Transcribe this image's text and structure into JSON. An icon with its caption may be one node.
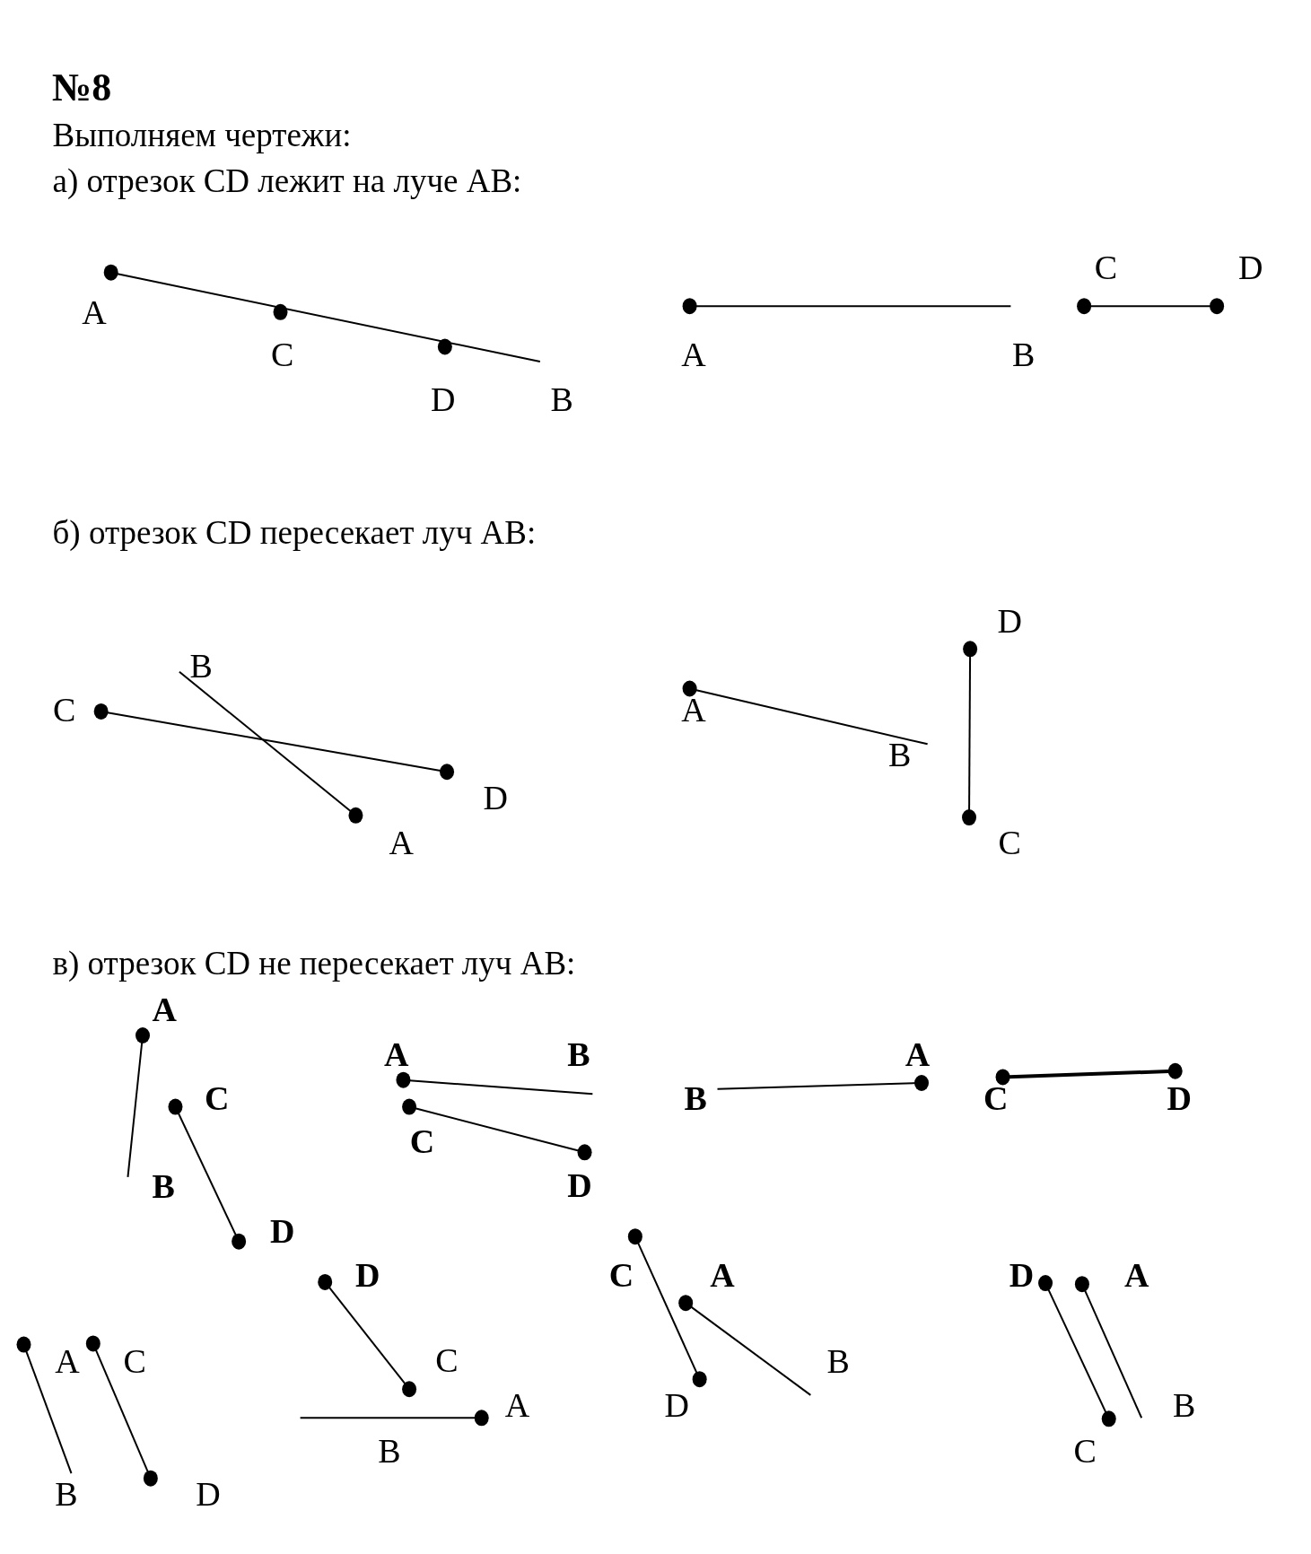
{
  "diagram": {
    "title": "№8",
    "labels": [
      "Выполняем чертежи:",
      "а) отрезок CD лежит на луче AB:",
      "A",
      "C",
      "D",
      "B",
      "A",
      "B",
      "C",
      "D",
      "б) отрезок CD пересекает луч AB:",
      "B",
      "C",
      "D",
      "A",
      "D",
      "A",
      "B",
      "C",
      "в) отрезок CD не пересекает луч AB:",
      "A",
      "C",
      "B",
      "D",
      "A",
      "B",
      "C",
      "D",
      "A",
      "B",
      "C",
      "D",
      "A",
      "C",
      "B",
      "D",
      "D",
      "C",
      "A",
      "B",
      "C",
      "A",
      "B",
      "D",
      "D",
      "A",
      "B",
      "C"
    ]
  }
}
